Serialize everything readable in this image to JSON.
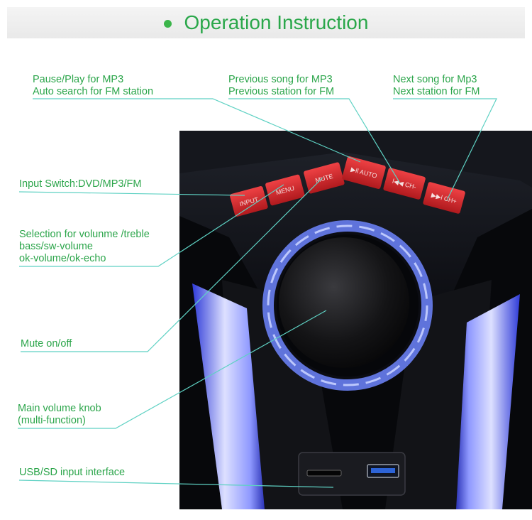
{
  "header": {
    "title": "Operation Instruction",
    "accent_color": "#3bb54a"
  },
  "labels": {
    "pause_play": "Pause/Play for MP3\nAuto search for FM station",
    "previous": "Previous song for MP3\nPrevious station for FM",
    "next": "Next song for Mp3\nNext station for FM",
    "input_switch": "Input Switch:DVD/MP3/FM",
    "selection": "Selection for volunme /treble\nbass/sw-volume\nok-volume/ok-echo",
    "mute": "Mute on/off",
    "main_volume": "Main volume knob\n(multi-function)",
    "usb_sd": "USB/SD input interface"
  },
  "buttons": {
    "input": "INPUT",
    "menu": "MENU",
    "mute": "MUTE",
    "auto": "▶ll AUTO",
    "ch_minus": "l◀◀ CH-",
    "ch_plus": "▶▶l CH+"
  },
  "colors": {
    "label": "#2ba54a",
    "leader": "#5ed1c3",
    "button": "#d8282b",
    "ring": "#6f86ff"
  }
}
